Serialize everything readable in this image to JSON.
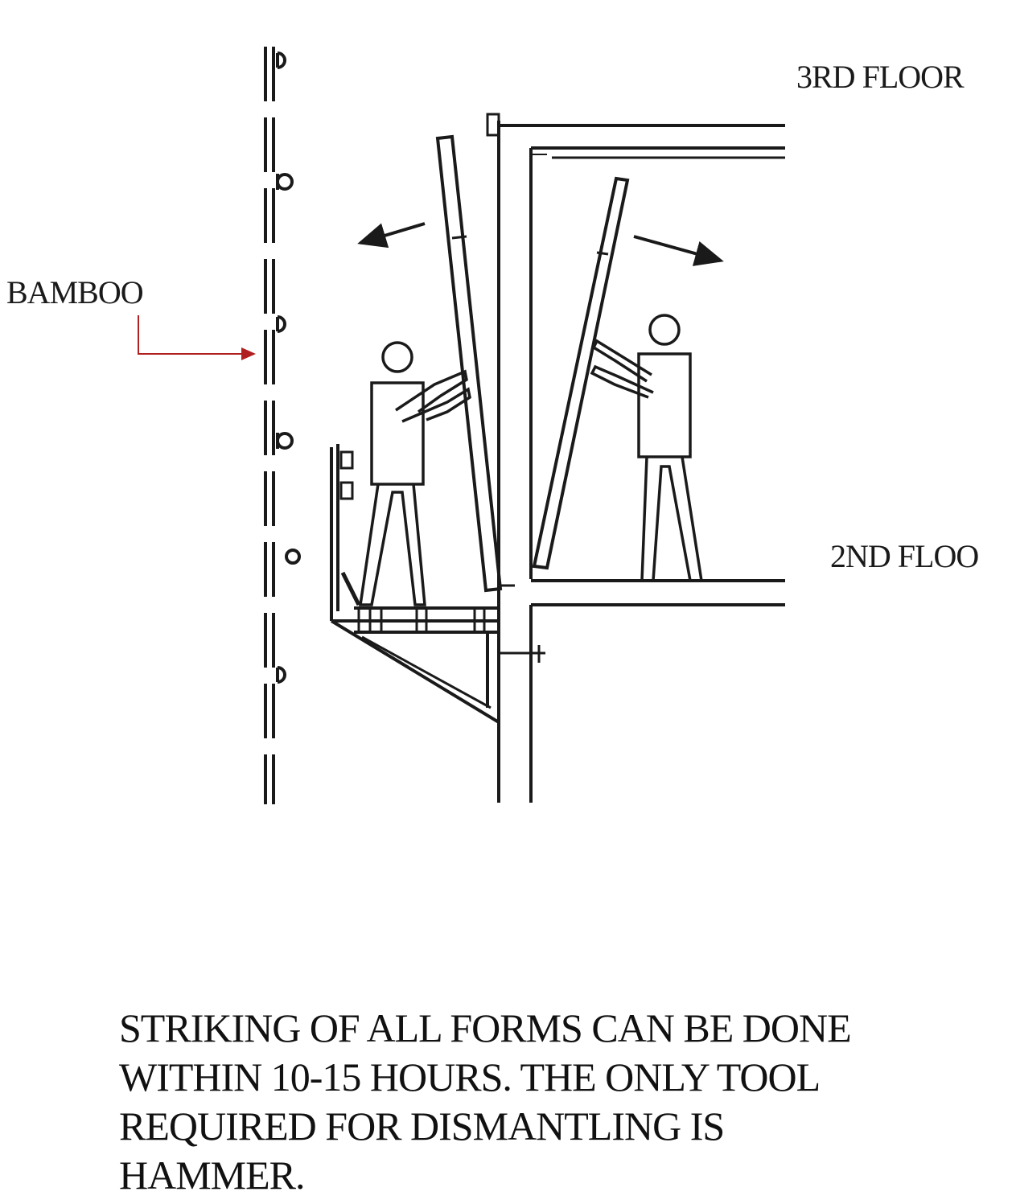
{
  "labels": {
    "third_floor": "3RD FLOOR",
    "second_floor": "2ND FLOO",
    "bamboo": "BAMBOO"
  },
  "caption": {
    "line1": "STRIKING OF ALL FORMS CAN BE DONE",
    "line2": "WITHIN 10-15 HOURS. THE ONLY TOOL",
    "line3": "REQUIRED FOR DISMANTLING IS",
    "line4": "HAMMER."
  },
  "colors": {
    "ink": "#1a1a1a",
    "callout_arrow": "#b02020"
  }
}
